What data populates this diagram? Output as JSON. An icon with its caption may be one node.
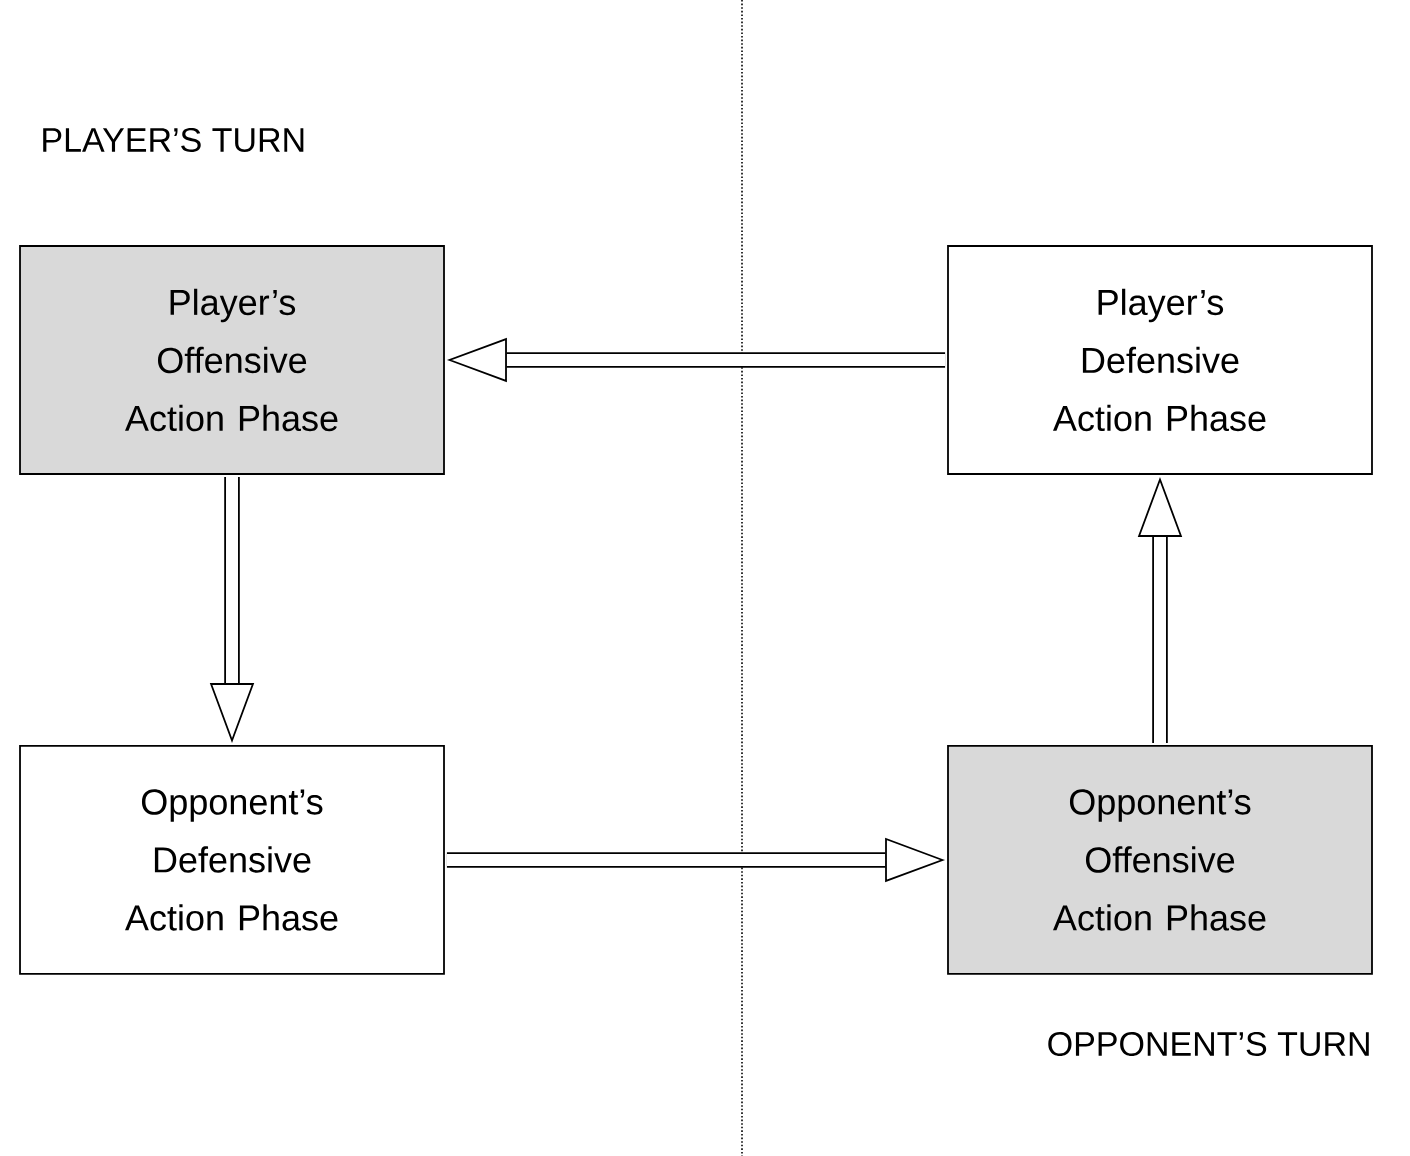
{
  "diagram": {
    "nodes": [
      {
        "text": [
          "Player’s Offensive Action Phase"
        ]
      },
      {
        "text": [
          "Player’s Defensive Action Phase"
        ]
      },
      {
        "text": [
          "Opponent’s Defensive Action Phase"
        ]
      },
      {
        "text": [
          "Opponent’s Offensive Action Phase"
        ]
      }
    ],
    "edges": [
      {
        "from": 1,
        "to": 0,
        "arrow": "to"
      },
      {
        "from": 0,
        "to": 2,
        "arrow": "to"
      },
      {
        "from": 2,
        "to": 3,
        "arrow": "to"
      },
      {
        "from": 3,
        "to": 1,
        "arrow": "to"
      }
    ],
    "labels": [
      "PLAYER’S TURN",
      "OPPONENT’S TURN"
    ]
  }
}
